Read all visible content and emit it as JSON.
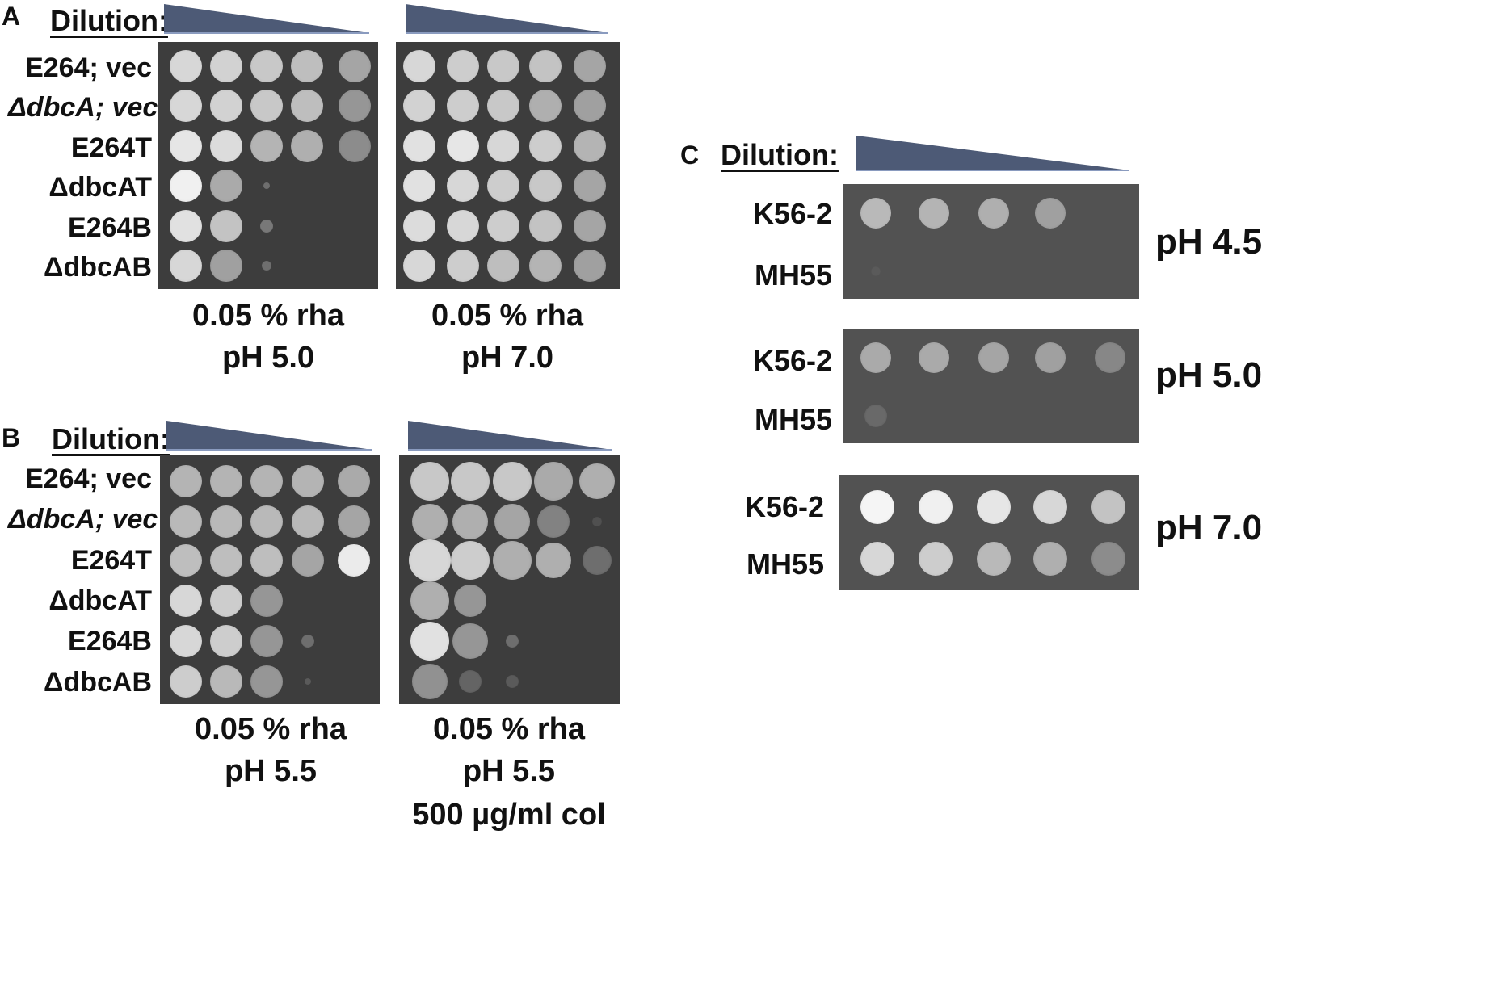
{
  "panels": [
    {
      "letter": "A",
      "dilution_label": "Dilution:",
      "strains": [
        "E264; vec",
        "ΔdbcA; vec",
        "E264T",
        "ΔdbcAT",
        "E264B",
        "ΔdbcAB"
      ],
      "plates": [
        {
          "conditions": [
            "0.05 % rha",
            "pH 5.0"
          ]
        },
        {
          "conditions": [
            "0.05 % rha",
            "pH 7.0"
          ]
        }
      ]
    },
    {
      "letter": "B",
      "dilution_label": "Dilution:",
      "strains": [
        "E264; vec",
        "ΔdbcA; vec",
        "E264T",
        "ΔdbcAT",
        "E264B",
        "ΔdbcAB"
      ],
      "plates": [
        {
          "conditions": [
            "0.05 % rha",
            "pH 5.5"
          ]
        },
        {
          "conditions": [
            "0.05 % rha",
            "pH 5.5",
            "500 µg/ml col"
          ]
        }
      ]
    },
    {
      "letter": "C",
      "dilution_label": "Dilution:",
      "plates": [
        {
          "strains": [
            "K56-2",
            "MH55"
          ],
          "ph": "pH 4.5"
        },
        {
          "strains": [
            "K56-2",
            "MH55"
          ],
          "ph": "pH 5.0"
        },
        {
          "strains": [
            "K56-2",
            "MH55"
          ],
          "ph": "pH 7.0"
        }
      ]
    }
  ],
  "colors": {
    "plate": "#3d3d3d",
    "plate_c": "#525252",
    "wedge": "#4d5a76",
    "wedge_edge": "#8a9bbf"
  }
}
